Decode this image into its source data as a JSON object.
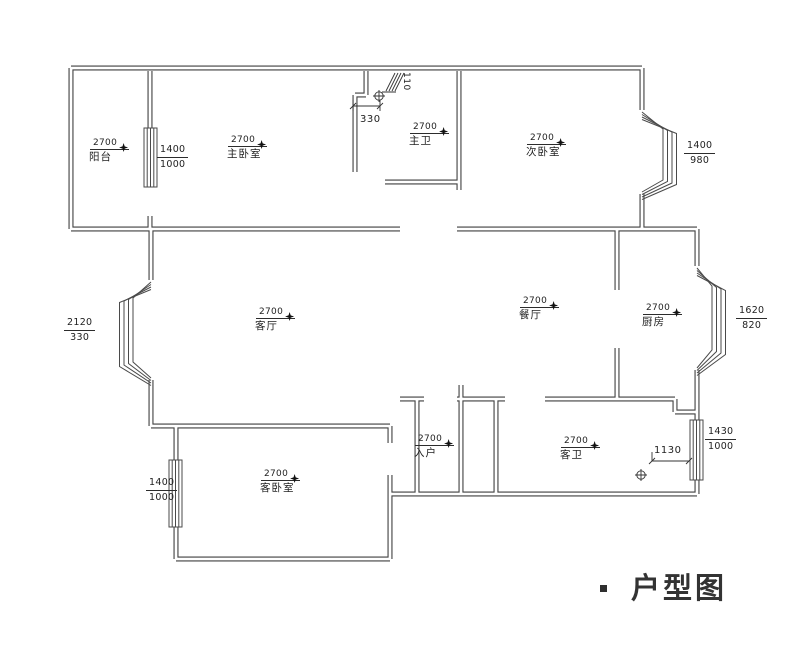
{
  "rooms": [
    {
      "id": "balcony",
      "dim": "2700",
      "name": "阳台"
    },
    {
      "id": "master-bedroom",
      "dim": "2700",
      "name": "主卧室"
    },
    {
      "id": "master-bath",
      "dim": "2700",
      "name": "主卫"
    },
    {
      "id": "second-bedroom",
      "dim": "2700",
      "name": "次卧室"
    },
    {
      "id": "living-room",
      "dim": "2700",
      "name": "客厅"
    },
    {
      "id": "dining-room",
      "dim": "2700",
      "name": "餐厅"
    },
    {
      "id": "kitchen",
      "dim": "2700",
      "name": "厨房"
    },
    {
      "id": "entry",
      "dim": "2700",
      "name": "入户"
    },
    {
      "id": "guest-bath",
      "dim": "2700",
      "name": "客卫"
    },
    {
      "id": "guest-bedroom",
      "dim": "2700",
      "name": "客卧室"
    }
  ],
  "windows": [
    {
      "id": "balcony-partition-window",
      "width": "1400",
      "height": "1000"
    },
    {
      "id": "right-top-bay-window",
      "width": "1400",
      "height": "980"
    },
    {
      "id": "left-bay-window",
      "width": "2120",
      "height": "330"
    },
    {
      "id": "right-middle-bay-window",
      "width": "1620",
      "height": "820"
    },
    {
      "id": "guest-bedroom-window",
      "width": "1400",
      "height": "1000"
    },
    {
      "id": "guest-bath-window",
      "width": "1430",
      "height": "1000"
    }
  ],
  "dimensions": {
    "bath_niche_width": "330",
    "duct_width": "110",
    "bath_wall_length": "1130"
  },
  "title": {
    "text": "户型图"
  },
  "colors": {
    "wall": "#3f3f3f",
    "text": "#222222"
  }
}
